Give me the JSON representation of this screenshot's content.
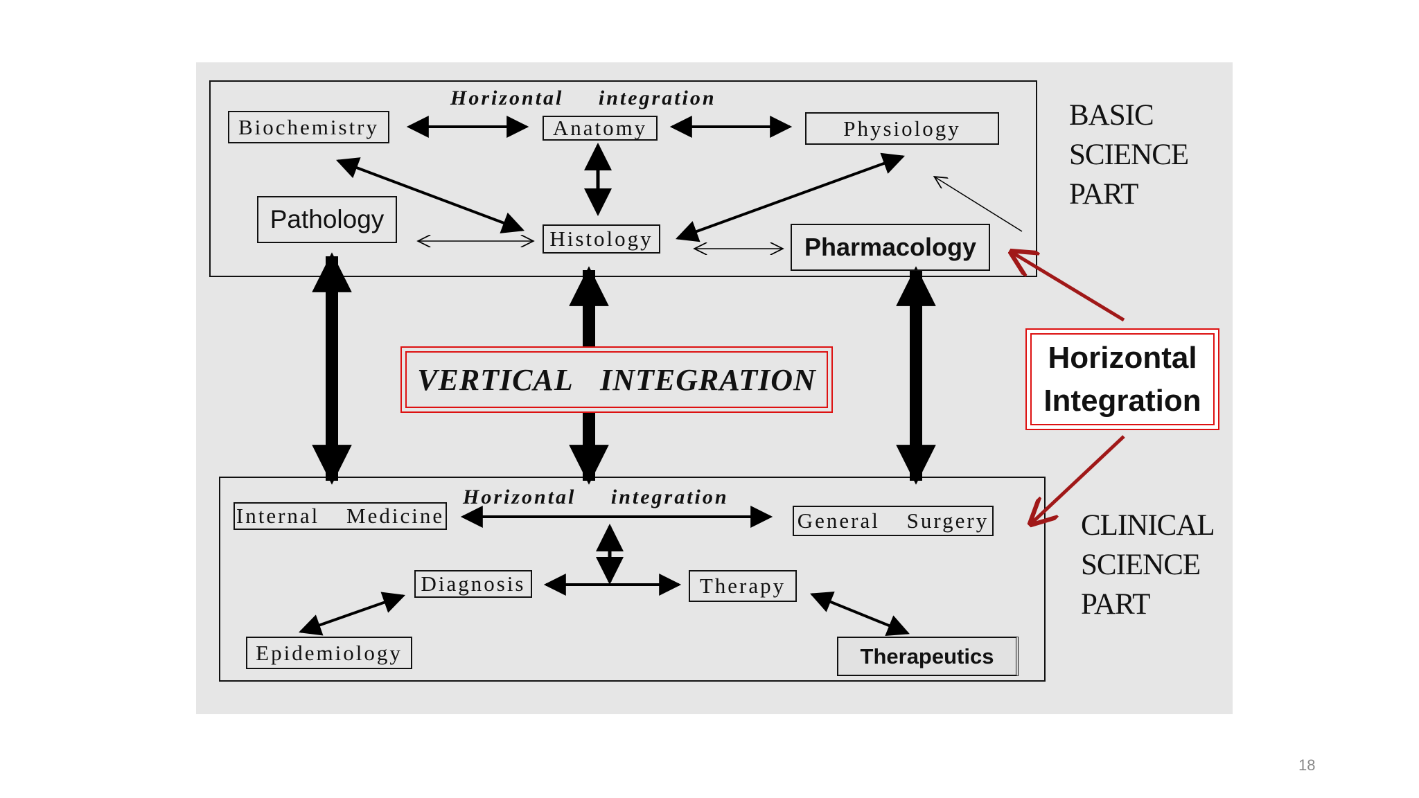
{
  "diagram": {
    "basic": {
      "side_label": [
        "BASIC",
        "SCIENCE",
        "PART"
      ],
      "horizontal_label": "Horizontal integration",
      "nodes": {
        "biochemistry": "Biochemistry",
        "anatomy": "Anatomy",
        "physiology": "Physiology",
        "pathology": "Pathology",
        "histology": "Histology",
        "pharmacology": "Pharmacology"
      }
    },
    "vertical_label": "VERTICAL INTEGRATION",
    "callout": [
      "Horizontal",
      "Integration"
    ],
    "clinical": {
      "side_label": [
        "CLINICAL",
        "SCIENCE",
        "PART"
      ],
      "horizontal_label": "Horizontal integration",
      "nodes": {
        "internal_medicine": "Internal Medicine",
        "general_surgery": "General Surgery",
        "diagnosis": "Diagnosis",
        "therapy": "Therapy",
        "epidemiology": "Epidemiology",
        "therapeutics": "Therapeutics"
      }
    },
    "colors": {
      "accent_red": "#d11111",
      "arrow_dark_red": "#a01818",
      "panel": "#e6e6e6"
    }
  },
  "page_number": "18"
}
